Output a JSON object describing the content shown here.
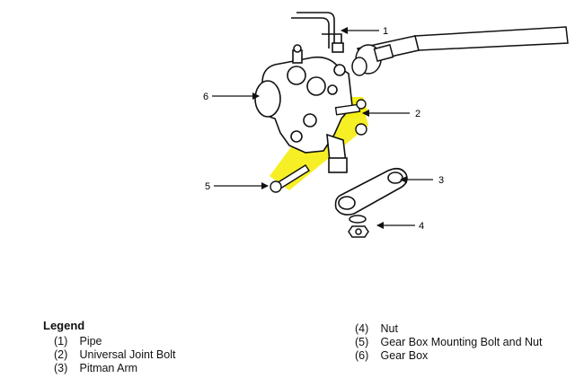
{
  "callouts": [
    "1",
    "2",
    "3",
    "4",
    "5",
    "6"
  ],
  "legend": {
    "title": "Legend",
    "items": [
      {
        "num": "(1)",
        "label": "Pipe"
      },
      {
        "num": "(2)",
        "label": "Universal Joint Bolt"
      },
      {
        "num": "(3)",
        "label": "Pitman Arm"
      },
      {
        "num": "(4)",
        "label": "Nut"
      },
      {
        "num": "(5)",
        "label": "Gear Box Mounting Bolt and Nut"
      },
      {
        "num": "(6)",
        "label": "Gear Box"
      }
    ]
  },
  "colors": {
    "highlight": "#f5ee1a",
    "line": "#111111"
  }
}
